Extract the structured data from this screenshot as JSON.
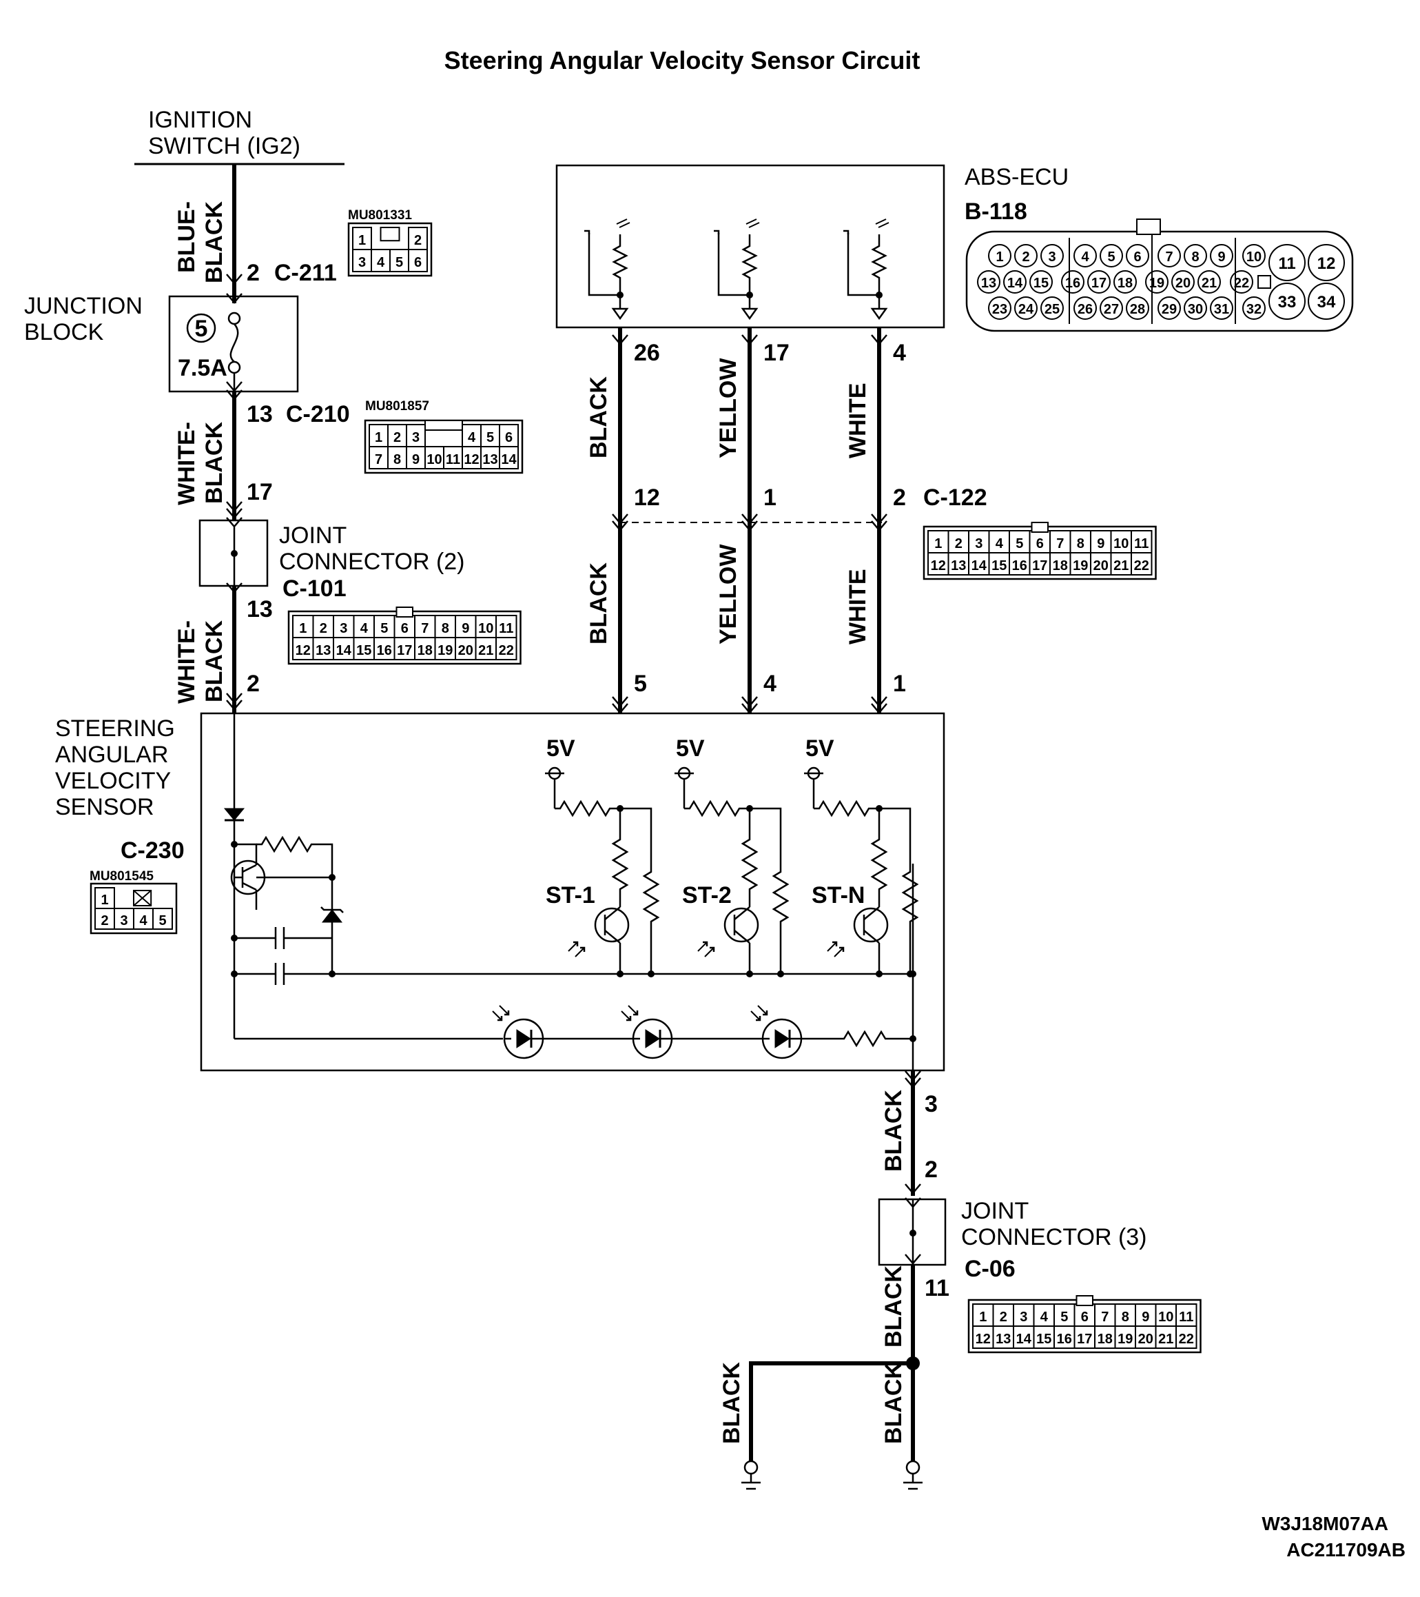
{
  "title": "Steering Angular Velocity Sensor Circuit",
  "labels": {
    "ignition_l1": "IGNITION",
    "ignition_l2": "SWITCH (IG2)",
    "junction_l1": "JUNCTION",
    "junction_l2": "BLOCK",
    "fuse_num": "5",
    "fuse_rating": "7.5A",
    "joint2_l1": "JOINT",
    "joint2_l2": "CONNECTOR (2)",
    "joint3_l1": "JOINT",
    "joint3_l2": "CONNECTOR (3)",
    "sensor_l1": "STEERING",
    "sensor_l2": "ANGULAR",
    "sensor_l3": "VELOCITY",
    "sensor_l4": "SENSOR",
    "ecu": "ABS-ECU",
    "five_v": "5V",
    "st1": "ST-1",
    "st2": "ST-2",
    "stn": "ST-N",
    "code1": "W3J18M07AA",
    "code2": "AC211709AB"
  },
  "connectors": {
    "c211": "C-211",
    "c210": "C-210",
    "c101": "C-101",
    "c230": "C-230",
    "b118": "B-118",
    "c122": "C-122",
    "c06": "C-06"
  },
  "parts": {
    "c211": "MU801331",
    "c210": "MU801857",
    "c230": "MU801545"
  },
  "wires": {
    "blue_black_1": "BLUE-",
    "blue_black_2": "BLACK",
    "white_black_1": "WHITE-",
    "white_black_2": "BLACK",
    "black": "BLACK",
    "yellow": "YELLOW",
    "white": "WHITE"
  },
  "pins": {
    "c211": "2",
    "c210_top": "13",
    "c210_bottom": "17",
    "c101_top": "13",
    "c101_bottom": "2",
    "b118_black": "26",
    "b118_yellow": "17",
    "b118_white": "4",
    "c122_black": "12",
    "c122_yellow": "1",
    "c122_white": "2",
    "sensor_black": "5",
    "sensor_yellow": "4",
    "sensor_white": "1",
    "sensor_gnd": "3",
    "joint3_top": "2",
    "joint3_bottom": "11"
  },
  "faces": {
    "c211": {
      "row1": [
        "1",
        "",
        "2"
      ],
      "row2": [
        "3",
        "4",
        "5",
        "6"
      ]
    },
    "c210": {
      "row1": [
        "1",
        "2",
        "3",
        "",
        "",
        "4",
        "5",
        "6"
      ],
      "row2": [
        "7",
        "8",
        "9",
        "10",
        "11",
        "12",
        "13",
        "14"
      ]
    },
    "c230": {
      "row1": [
        "1"
      ],
      "row2": [
        "2",
        "3",
        "4",
        "5"
      ]
    },
    "c22": {
      "row1": [
        "1",
        "2",
        "3",
        "4",
        "5",
        "6",
        "7",
        "8",
        "9",
        "10",
        "11"
      ],
      "row2": [
        "12",
        "13",
        "14",
        "15",
        "16",
        "17",
        "18",
        "19",
        "20",
        "21",
        "22"
      ]
    },
    "b118": {
      "row1": [
        "1",
        "2",
        "3",
        "4",
        "5",
        "6",
        "7",
        "8",
        "9",
        "10"
      ],
      "row2": [
        "13",
        "14",
        "15",
        "16",
        "17",
        "18",
        "19",
        "20",
        "21",
        "22"
      ],
      "row3": [
        "23",
        "24",
        "25",
        "26",
        "27",
        "28",
        "29",
        "30",
        "31",
        "32"
      ],
      "large": [
        "11",
        "12",
        "33",
        "34"
      ]
    }
  }
}
